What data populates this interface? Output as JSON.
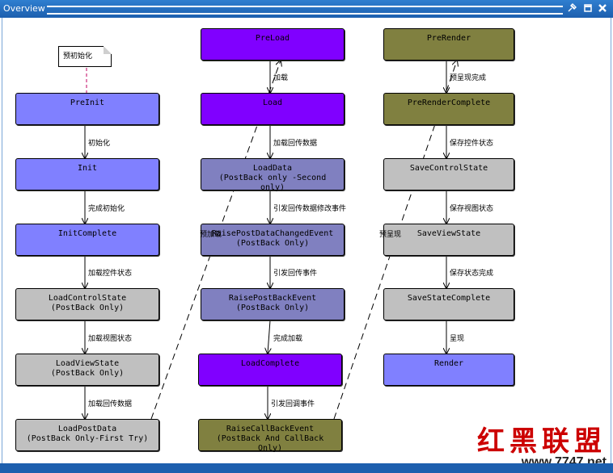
{
  "window": {
    "title": "Overview",
    "controls": [
      "pin-icon",
      "dock-icon",
      "close-icon"
    ]
  },
  "note": "预初始化",
  "colors": {
    "blue": "#8080ff",
    "purple": "#8000ff",
    "gray": "#c0c0c0",
    "olive": "#808040",
    "slate": "#8080c0"
  },
  "nodes": [
    {
      "id": "preinit",
      "label": "PreInit",
      "color": "blue"
    },
    {
      "id": "init",
      "label": "Init",
      "color": "blue"
    },
    {
      "id": "initcomplete",
      "label": "InitComplete",
      "color": "blue"
    },
    {
      "id": "loadcontrolstate",
      "label": "LoadControlState\n(PostBack Only)",
      "color": "gray"
    },
    {
      "id": "loadviewstate",
      "label": "LoadViewState\n(PostBack Only)",
      "color": "gray"
    },
    {
      "id": "loadpostdata",
      "label": "LoadPostData\n(PostBack Only-First Try)",
      "color": "gray"
    },
    {
      "id": "preload",
      "label": "PreLoad",
      "color": "purple"
    },
    {
      "id": "load",
      "label": "Load",
      "color": "purple"
    },
    {
      "id": "loaddata",
      "label": "LoadData\n(PostBack only -Second\nonly)",
      "color": "slate"
    },
    {
      "id": "raisepostdatachanged",
      "label": "RaisePostDataChangedEvent\n(PostBack Only)",
      "color": "slate"
    },
    {
      "id": "raisepostback",
      "label": "RaisePostBackEvent\n(PostBack Only)",
      "color": "slate"
    },
    {
      "id": "loadcomplete",
      "label": "LoadComplete",
      "color": "purple"
    },
    {
      "id": "raisecallback",
      "label": "RaiseCallBackEvent\n(PostBack And CallBack\nOnly)",
      "color": "olive"
    },
    {
      "id": "prerender",
      "label": "PreRender",
      "color": "olive"
    },
    {
      "id": "prerendercomplete",
      "label": "PreRenderComplete",
      "color": "olive"
    },
    {
      "id": "savecontrolstate",
      "label": "SaveControlState",
      "color": "gray"
    },
    {
      "id": "saveviewstate",
      "label": "SaveViewState",
      "color": "gray"
    },
    {
      "id": "savestatecomplete",
      "label": "SaveStateComplete",
      "color": "gray"
    },
    {
      "id": "render",
      "label": "Render",
      "color": "blue"
    }
  ],
  "edges": [
    {
      "from": "preinit",
      "to": "init",
      "label": "初始化"
    },
    {
      "from": "init",
      "to": "initcomplete",
      "label": "完成初始化"
    },
    {
      "from": "initcomplete",
      "to": "loadcontrolstate",
      "label": "加载控件状态"
    },
    {
      "from": "loadcontrolstate",
      "to": "loadviewstate",
      "label": "加载视图状态"
    },
    {
      "from": "loadviewstate",
      "to": "loadpostdata",
      "label": "加载回传数据"
    },
    {
      "from": "loadpostdata",
      "to": "preload",
      "label": "预加载",
      "dashed": true
    },
    {
      "from": "preload",
      "to": "load",
      "label": "加载"
    },
    {
      "from": "load",
      "to": "loaddata",
      "label": "加载回传数据"
    },
    {
      "from": "loaddata",
      "to": "raisepostdatachanged",
      "label": "引发回传数据修改事件"
    },
    {
      "from": "raisepostdatachanged",
      "to": "raisepostback",
      "label": "引发回传事件"
    },
    {
      "from": "raisepostback",
      "to": "loadcomplete",
      "label": "完成加载"
    },
    {
      "from": "loadcomplete",
      "to": "raisecallback",
      "label": "引发回调事件"
    },
    {
      "from": "raisecallback",
      "to": "prerender",
      "label": "预呈现",
      "dashed": true
    },
    {
      "from": "prerender",
      "to": "prerendercomplete",
      "label": "预呈现完成"
    },
    {
      "from": "prerendercomplete",
      "to": "savecontrolstate",
      "label": "保存控件状态"
    },
    {
      "from": "savecontrolstate",
      "to": "saveviewstate",
      "label": "保存视图状态"
    },
    {
      "from": "saveviewstate",
      "to": "savestatecomplete",
      "label": "保存状态完成"
    },
    {
      "from": "savestatecomplete",
      "to": "render",
      "label": "呈现"
    }
  ],
  "watermark": {
    "text": "红黑联盟",
    "url": "www.7747.net"
  }
}
